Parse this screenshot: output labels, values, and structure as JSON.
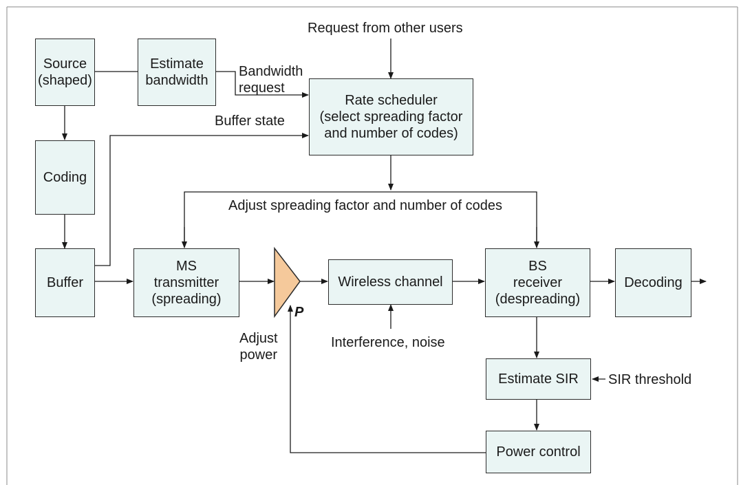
{
  "colors": {
    "box_fill": "#eaf5f4",
    "stroke": "#2b2b2b",
    "amplifier_fill": "#f5c99b",
    "frame_border": "#8a8a8a"
  },
  "blocks": {
    "source": "Source\n(shaped)",
    "estimate_bandwidth": "Estimate\nbandwidth",
    "rate_scheduler": "Rate scheduler\n(select spreading factor\nand number of codes)",
    "coding": "Coding",
    "buffer": "Buffer",
    "ms_transmitter": "MS\ntransmitter\n(spreading)",
    "wireless_channel": "Wireless channel",
    "bs_receiver": "BS\nreceiver\n(despreading)",
    "decoding": "Decoding",
    "estimate_sir": "Estimate SIR",
    "power_control": "Power control"
  },
  "labels": {
    "request_other_users": "Request from other users",
    "bandwidth_request": "Bandwidth\nrequest",
    "buffer_state": "Buffer state",
    "adjust_spreading": "Adjust spreading factor and number of codes",
    "interference_noise": "Interference, noise",
    "adjust_power": "Adjust\npower",
    "sir_threshold": "SIR threshold",
    "power_symbol": "P"
  }
}
